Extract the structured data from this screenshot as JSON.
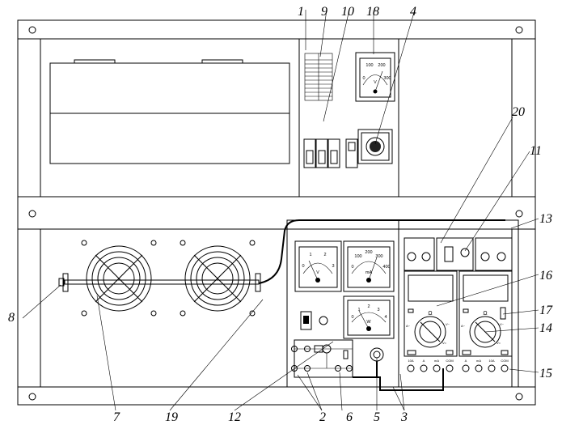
{
  "diagram": {
    "callouts": {
      "c1": "1",
      "c2": "2",
      "c3": "3",
      "c4": "4",
      "c5": "5",
      "c6": "6",
      "c7": "7",
      "c8": "8",
      "c9": "9",
      "c10": "10",
      "c11": "11",
      "c12": "12",
      "c13": "13",
      "c14": "14",
      "c15": "15",
      "c16": "16",
      "c17": "17",
      "c18": "18",
      "c19": "19",
      "c20": "20"
    },
    "power_block": {
      "title": "",
      "subtitle": "",
      "table_heading_left": "",
      "table_heading_right": "",
      "note_line1": "",
      "note_line2": "",
      "switch_group_label": "",
      "switch1": "",
      "switch2": "",
      "switch3": "",
      "switch4": "",
      "voltmeter_scale": [
        "100",
        "200",
        "0",
        "300"
      ],
      "voltmeter_unit": "V",
      "knob_label": ""
    },
    "photo_block": {
      "title": ""
    },
    "load_block": {
      "title": "",
      "subtitle": "",
      "voltmeter_scale": [
        "1",
        "2",
        "0",
        "3"
      ],
      "voltmeter_unit": "V",
      "ammeter_scale": [
        "100",
        "200",
        "300",
        "0",
        "400"
      ],
      "ammeter_unit": "mA",
      "wattmeter_scale": [
        "1",
        "2",
        "3",
        "0",
        "4"
      ],
      "wattmeter_unit": "W",
      "mains_label": "",
      "fuse_label": "",
      "load_knob_label": ""
    },
    "multimeter_block": {
      "title": "",
      "mains_label": "",
      "fuse_labels": [
        "",
        "",
        "",
        "",
        ""
      ],
      "meter1_model": "",
      "meter1_name": "",
      "meter2_model": "",
      "meter2_name": "",
      "range_marks": [
        "Ω",
        "V~",
        "A~",
        "V="
      ],
      "terminals": [
        "10A",
        "A",
        "mA",
        "COM"
      ]
    }
  }
}
